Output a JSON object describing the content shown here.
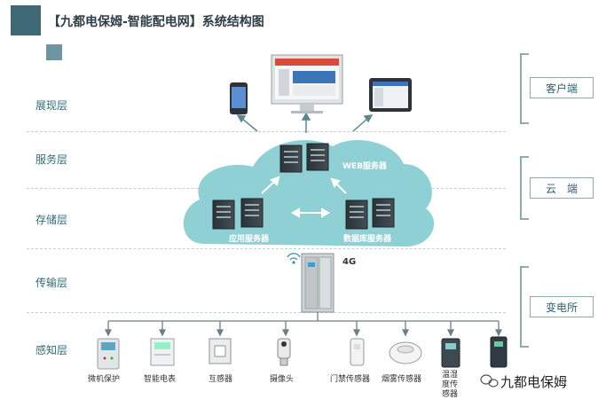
{
  "title": "【九都电保姆-智能配电网】系统结构图",
  "layers": [
    "展现层",
    "服务层",
    "存储层",
    "传输层",
    "感知层"
  ],
  "right_boxes": [
    "客户端",
    "云　端",
    "变电所"
  ],
  "servers": {
    "web": "WEB服务器",
    "app": "应用服务器",
    "db": "数据库服务器"
  },
  "network": "4G",
  "devices": [
    "微机保护",
    "智能电表",
    "互感器",
    "摄像头",
    "门禁传感器",
    "烟雾传感器",
    "温湿度传感器"
  ],
  "watermark": "九都电保姆",
  "colors": {
    "accent": "#4a7a86",
    "cloud": "#8ccdd2",
    "bracket": "#8fa9b0"
  }
}
